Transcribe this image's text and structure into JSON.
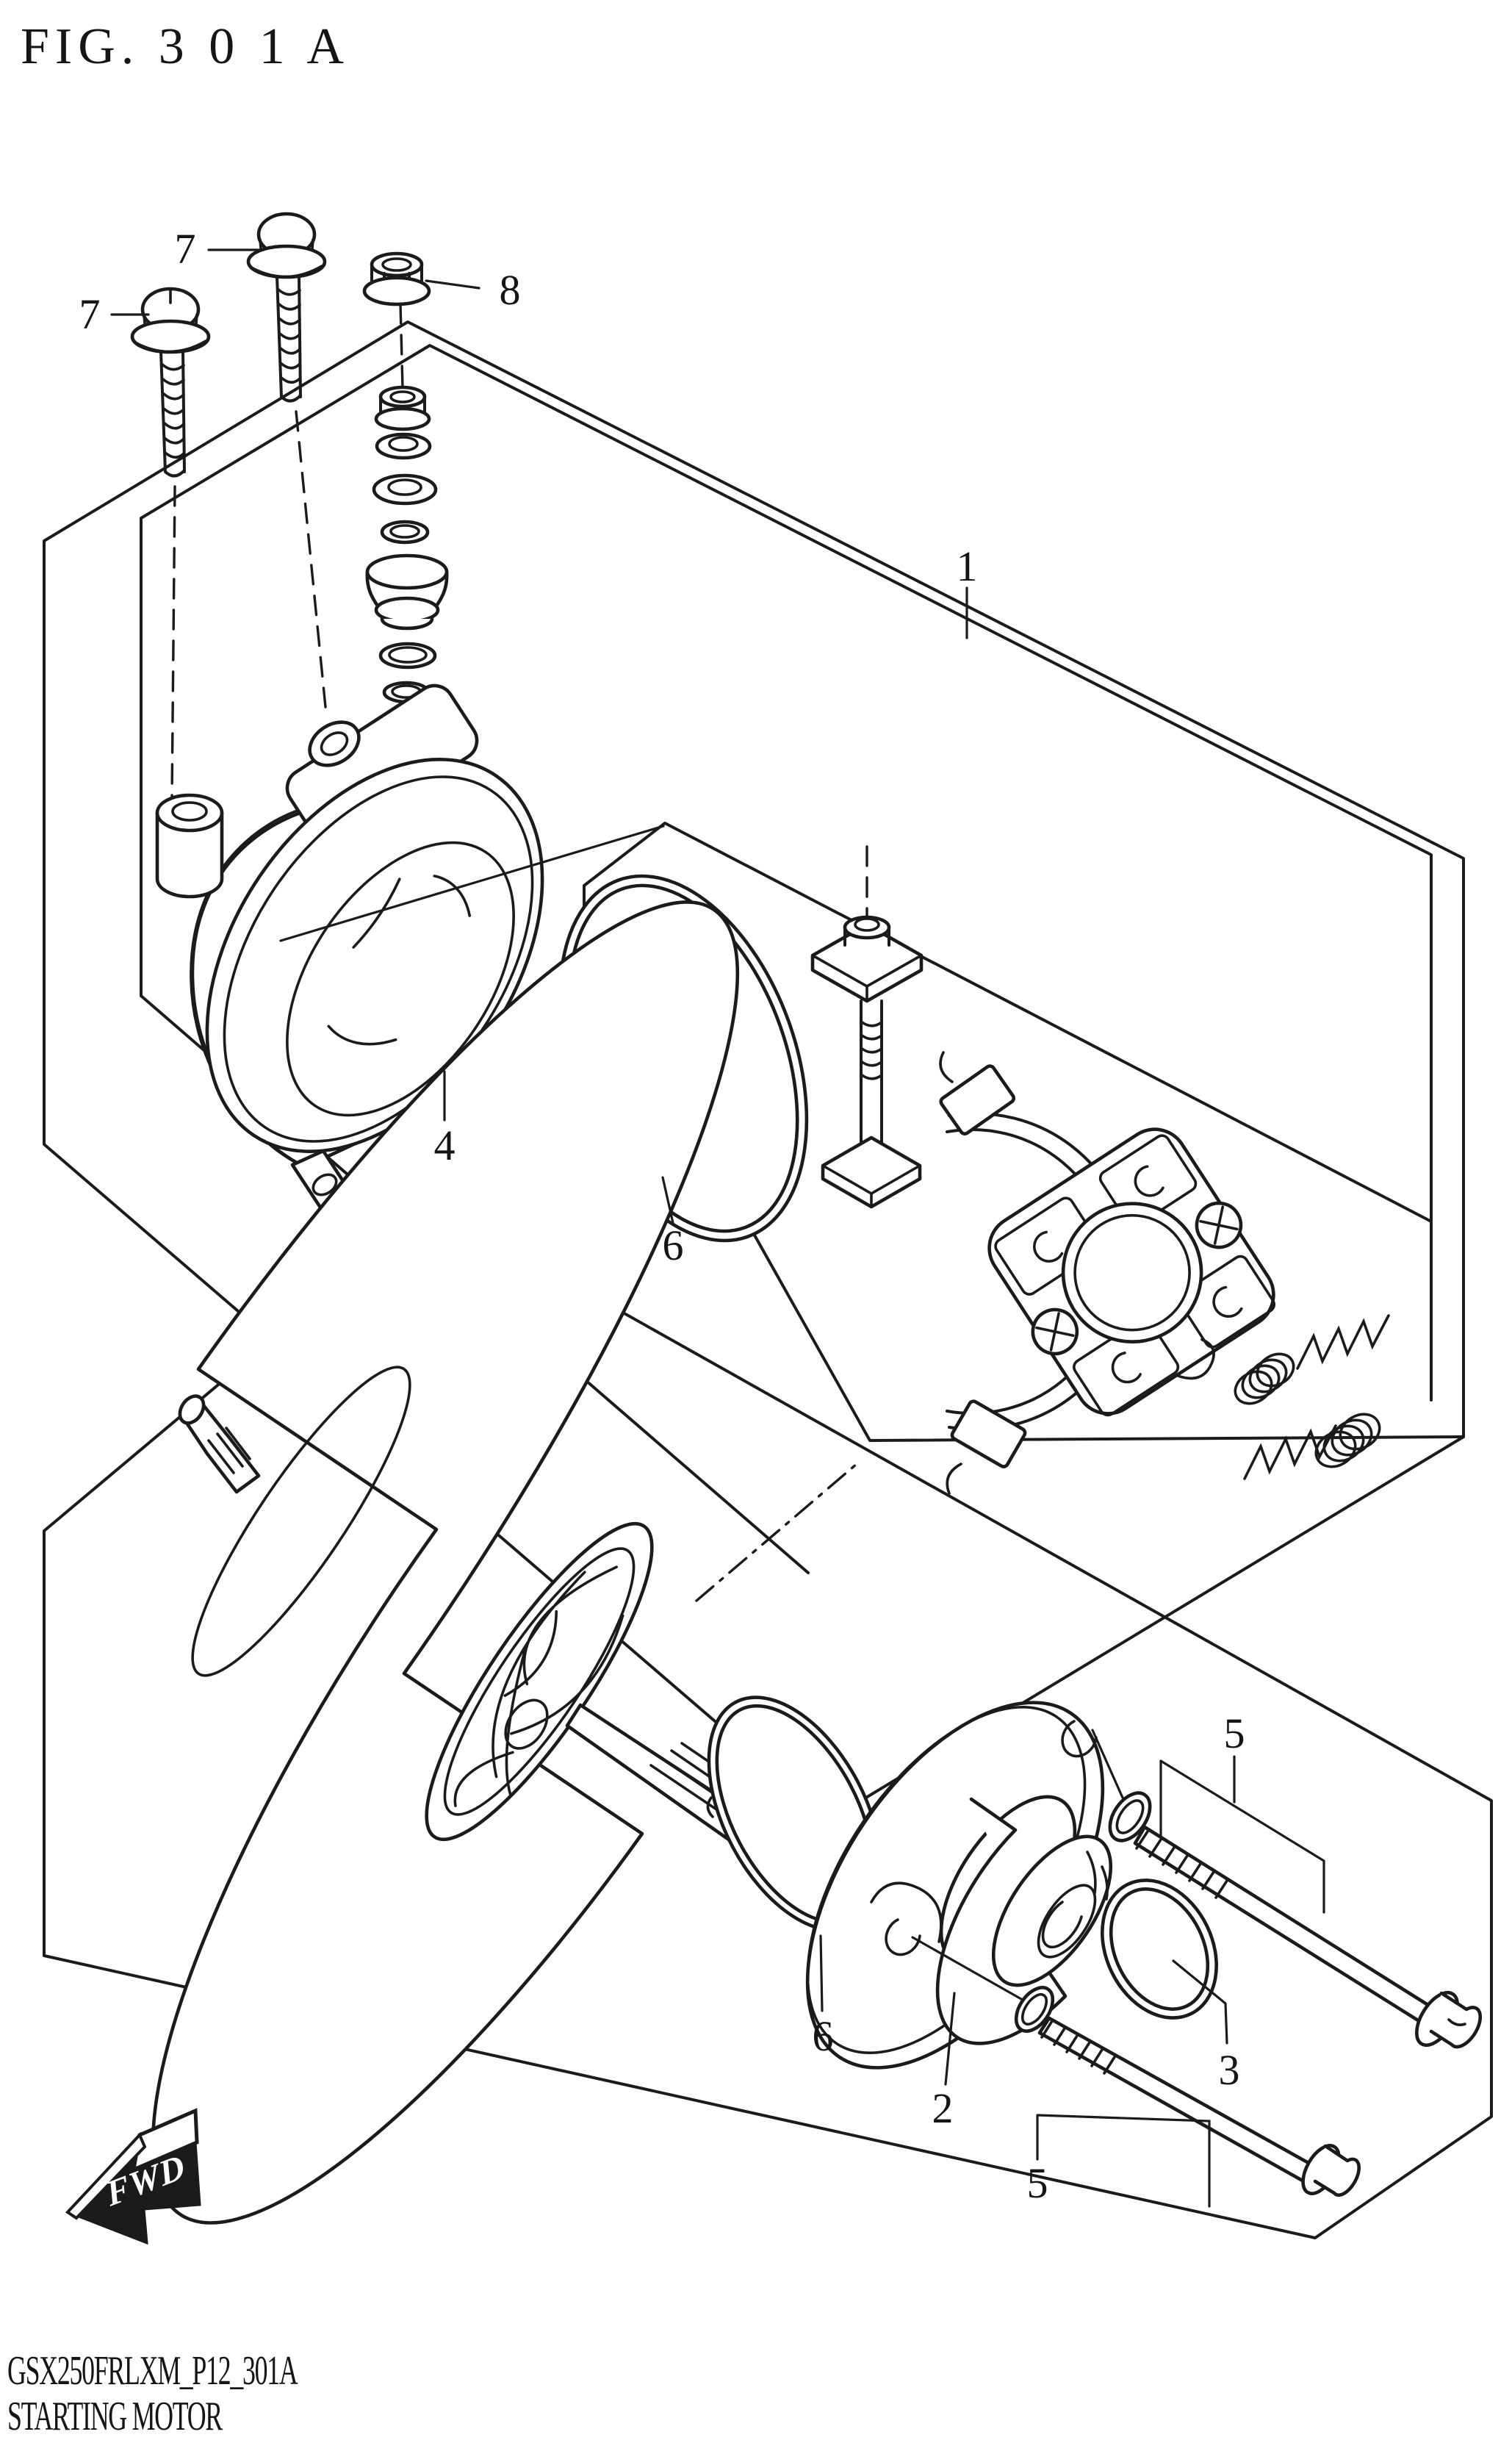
{
  "title": "FIG. 3 0 1 A",
  "fwd_label": "FWD",
  "footer": {
    "code": "GSX250FRLXM_P12_301A",
    "name": "STARTING MOTOR"
  },
  "callouts": {
    "n1": "1",
    "n2": "2",
    "n3": "3",
    "n4": "4",
    "n5a": "5",
    "n5b": "5",
    "n6a": "6",
    "n6b": "6",
    "n7a": "7",
    "n7b": "7",
    "n8": "8"
  }
}
